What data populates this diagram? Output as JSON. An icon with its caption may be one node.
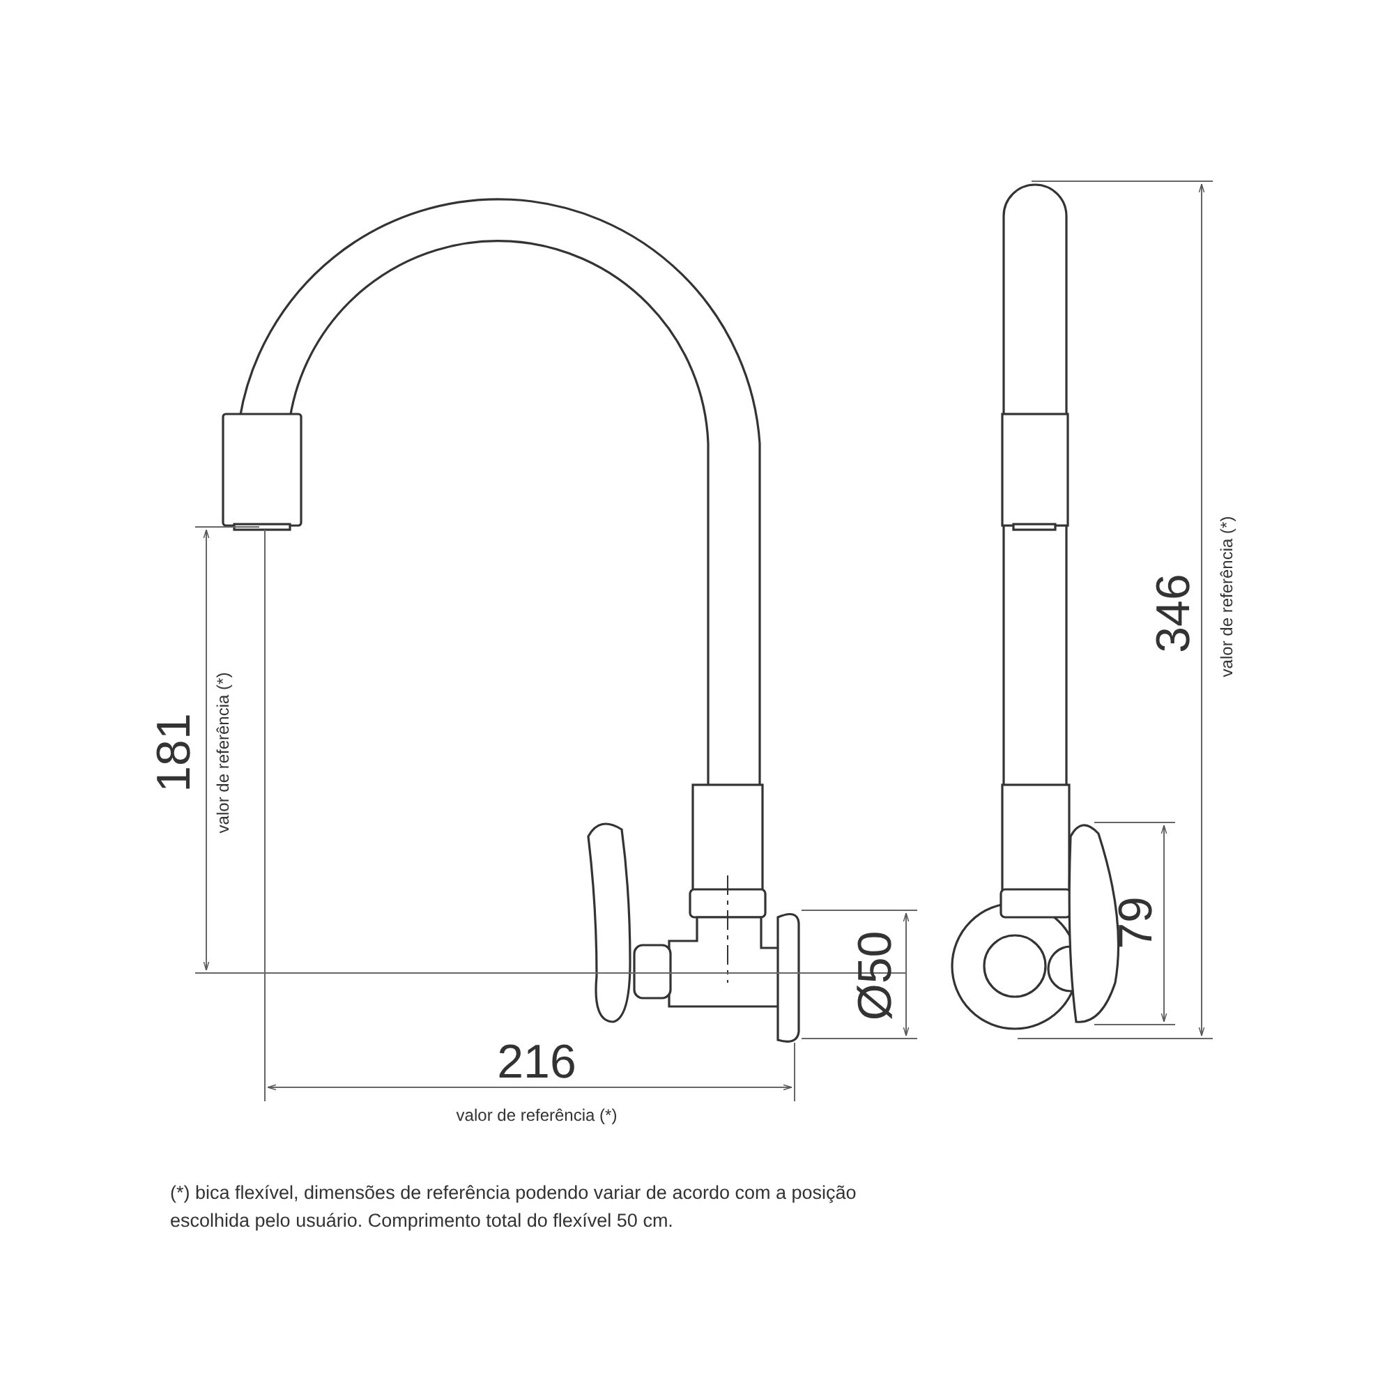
{
  "diagram": {
    "labels": [
      "181",
      "valor de referência (*)",
      "216",
      "valor de referência (*)",
      "Ø50",
      "346",
      "valor de referência (*)",
      "79",
      "(*) bica flexível, dimensões de referência podendo variar de acordo com a posição escolhida pelo usuário. Comprimento total do flexível 50 cm."
    ]
  }
}
